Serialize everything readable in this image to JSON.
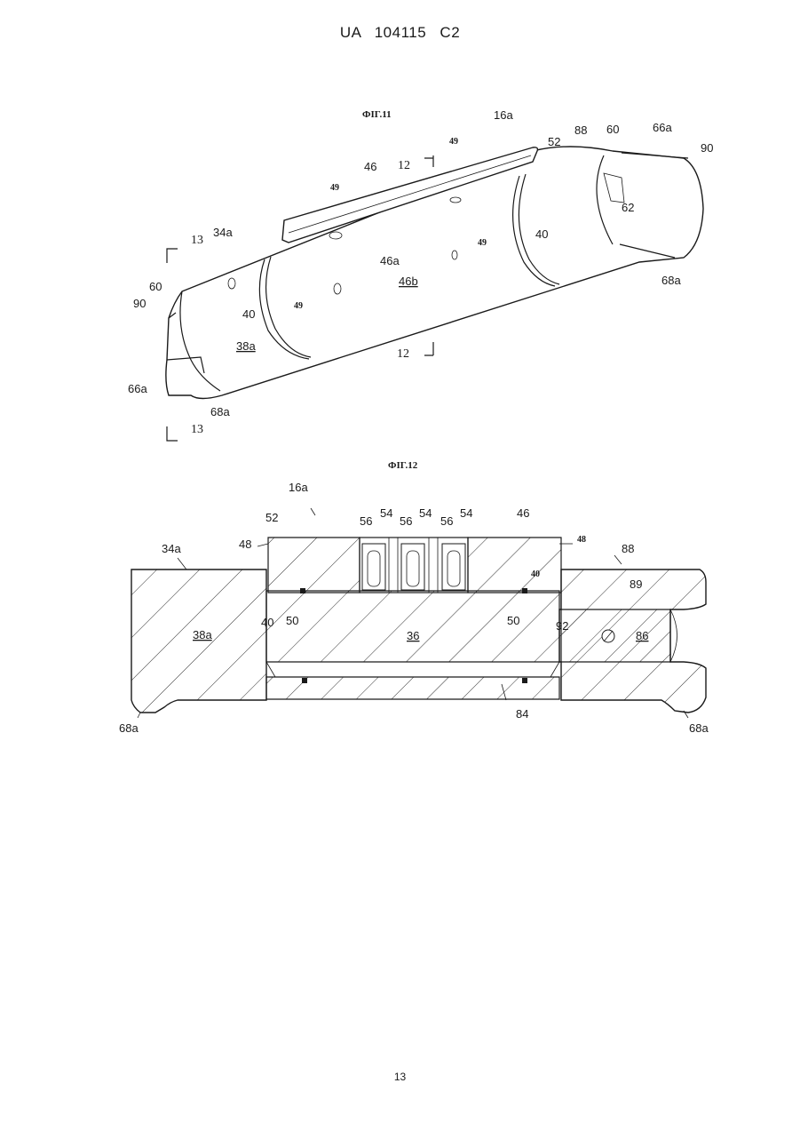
{
  "header": {
    "text": "UA   104115   C2"
  },
  "page_number": "13",
  "fig11": {
    "title": "ФІГ.11",
    "labels": {
      "l16a": "16a",
      "l88": "88",
      "l60_top": "60",
      "l66a_top": "66a",
      "l90_right": "90",
      "l52": "52",
      "l49_a": "49",
      "l46": "46",
      "l12_top": "12",
      "l49_b": "49",
      "l62": "62",
      "l13_top": "13",
      "l34a": "34a",
      "l46a": "46a",
      "l49_c": "49",
      "l40_right": "40",
      "l68a_right": "68a",
      "l60_left": "60",
      "l46b": "46b",
      "l90_left": "90",
      "l40_left": "40",
      "l49_d": "49",
      "l38a": "38a",
      "l12_bottom": "12",
      "l66a_left": "66a",
      "l68a_left": "68a",
      "l13_bottom": "13"
    }
  },
  "fig12": {
    "title": "ФІГ.12",
    "labels": {
      "l16a": "16a",
      "l52": "52",
      "l56_1": "56",
      "l54_1": "54",
      "l56_2": "56",
      "l54_2": "54",
      "l56_3": "56",
      "l54_3": "54",
      "l46": "46",
      "l48_left": "48",
      "l48_right": "48",
      "l34a": "34a",
      "l88": "88",
      "l40_right": "40",
      "l89": "89",
      "l38a": "38a",
      "l40_left": "40",
      "l50_left": "50",
      "l36": "36",
      "l50_right": "50",
      "l92": "92",
      "l86": "86",
      "l84": "84",
      "l68a_left": "68a",
      "l68a_right": "68a"
    }
  }
}
